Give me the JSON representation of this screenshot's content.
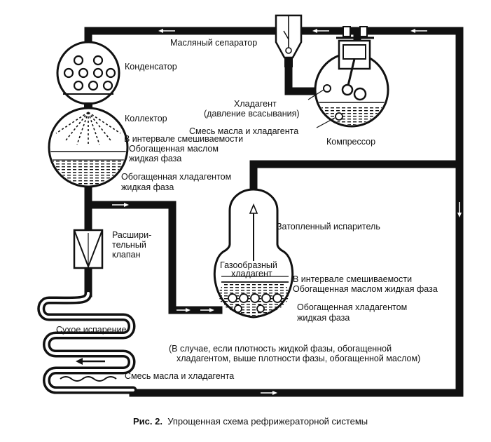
{
  "labels": {
    "oil_separator": "Масляный сепаратор",
    "condenser": "Конденсатор",
    "refrigerant_line1": "Хладагент",
    "refrigerant_line2": "(давление всасывания)",
    "oil_refrigerant_mix": "Смесь масла и хладагента",
    "compressor": "Компрессор",
    "collector": "Коллектор",
    "miscibility_range": "В интервале смешиваемости",
    "oil_rich_line1": "Обогащенная маслом",
    "oil_rich_line2": "жидкая фаза",
    "refrigerant_rich_line1": "Обогащенная хладагентом",
    "refrigerant_rich_line2": "жидкая фаза",
    "expansion_valve_line1": "Расшири-",
    "expansion_valve_line2": "тельный",
    "expansion_valve_line3": "клапан",
    "flooded_evaporator": "Затопленный испаритель",
    "gaseous_refrigerant_line1": "Газообразный",
    "gaseous_refrigerant_line2": "хладагент",
    "evap_miscibility_range": "В интервале смешиваемости",
    "evap_oil_rich": "Обогащенная маслом жидкая фаза",
    "evap_refrigerant_rich_line1": "Обогащенная хладагентом",
    "evap_refrigerant_rich_line2": "жидкая фаза",
    "dry_evaporation": "Сухое испарение",
    "note_line1": "(В случае, если плотность жидкой фазы, обогащенной",
    "note_line2": "хладагентом, выше плотности фазы, обогащенной маслом)",
    "bottom_mix": "Смесь масла и хладагента"
  },
  "caption": {
    "number": "Рис. 2.",
    "text": "Упрощенная схема рефрижераторной системы"
  },
  "colors": {
    "ink": "#111111",
    "background": "#ffffff"
  }
}
